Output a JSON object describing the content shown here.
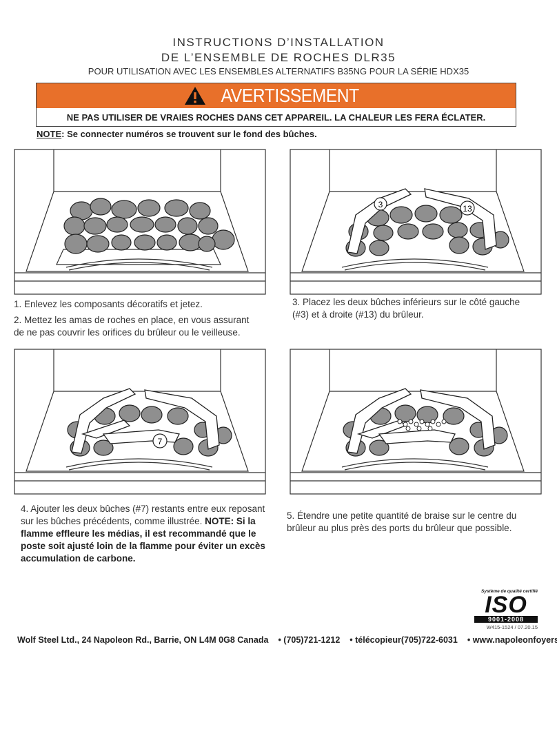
{
  "header": {
    "title_line1": "INSTRUCTIONS D’INSTALLATION",
    "title_line2": "DE L’ENSEMBLE DE ROCHES DLR35",
    "subtitle": "POUR UTILISATION AVEC LES ENSEMBLES ALTERNATIFS B35NG POUR LA SÉRIE HDX35"
  },
  "warning": {
    "title": "AVERTISSEMENT",
    "text": "NE PAS UTILISER DE VRAIES ROCHES DANS CET APPAREIL. LA CHALEUR LES FERA ÉCLATER."
  },
  "note": {
    "label": "NOTE",
    "text": ": Se connecter numéros se trouvent sur le fond des bûches."
  },
  "steps": {
    "s1": "1. Enlevez les composants décoratifs et jetez.",
    "s2": "2. Mettez les amas de roches en place, en vous assurant de ne pas couvrir les orifices du brûleur ou le veilleuse.",
    "s3": "3. Placez les deux bûches inférieurs sur le côté gauche (#3) et à droite (#13) du brûleur.",
    "s4_text": "4. Ajouter les deux bûches (#7) restants entre eux reposant sur les bûches précédents, comme illustrée. ",
    "s4_bold": "NOTE: Si la flamme effleure les médias, il est recommandé que le poste soit ajusté loin de la flamme pour éviter un excès accumulation de carbone.",
    "s5": "5. Étendre une petite quantité de braise sur le centre du brûleur au plus près des ports du brûleur que possible."
  },
  "callouts": {
    "log_left": "3",
    "log_right": "13",
    "log_middle": "7"
  },
  "iso": {
    "caption": "Système de qualité certifié",
    "mark": "ISO",
    "standard": "9001-2008",
    "code": "W415-1524 / 07.20.15"
  },
  "footer": {
    "company": "Wolf Steel Ltd., 24 Napoleon Rd., Barrie, ON L4M 0G8 Canada",
    "phone": "• (705)721-1212",
    "fax": "• télécopieur(705)722-6031",
    "web": "• www.napoleonfoyers.com"
  }
}
